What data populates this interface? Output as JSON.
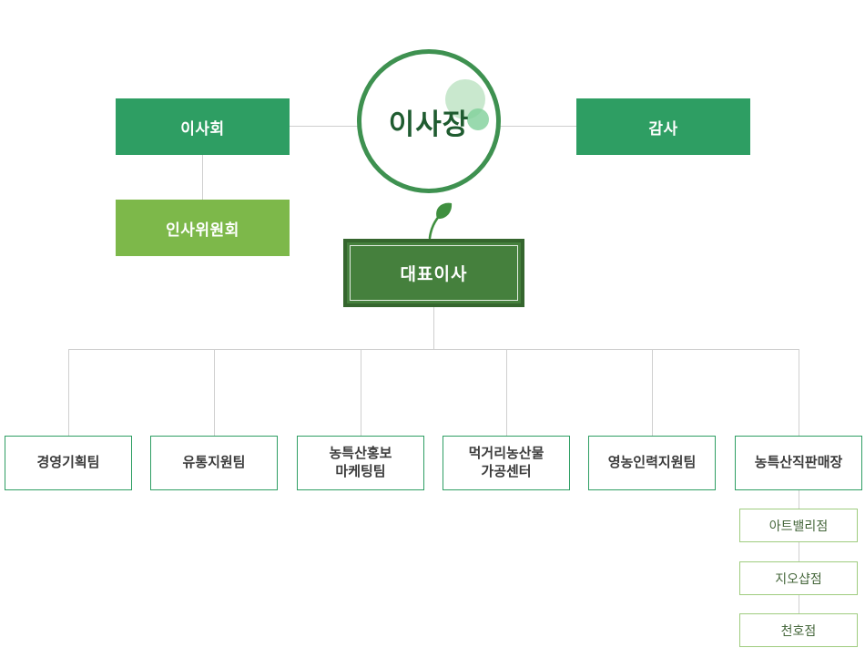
{
  "org_chart": {
    "chairman": {
      "label": "이사장"
    },
    "board": {
      "label": "이사회"
    },
    "auditor": {
      "label": "감사"
    },
    "personnel_committee": {
      "label": "인사위원회"
    },
    "ceo": {
      "label": "대표이사"
    },
    "teams": [
      {
        "label": "경영기획팀"
      },
      {
        "label": "유통지원팀"
      },
      {
        "label": "농특산홍보\n마케팅팀"
      },
      {
        "label": "먹거리농산물\n가공센터"
      },
      {
        "label": "영농인력지원팀"
      },
      {
        "label": "농특산직판매장"
      }
    ],
    "store_branches": [
      {
        "label": "아트밸리점"
      },
      {
        "label": "지오샵점"
      },
      {
        "label": "천호점"
      }
    ]
  },
  "colors": {
    "primary_green": "#2e9e63",
    "light_green": "#7db84a",
    "dark_green": "#45803d",
    "circle_border_green": "#3e9150",
    "line_gray": "#cfcfcf"
  }
}
